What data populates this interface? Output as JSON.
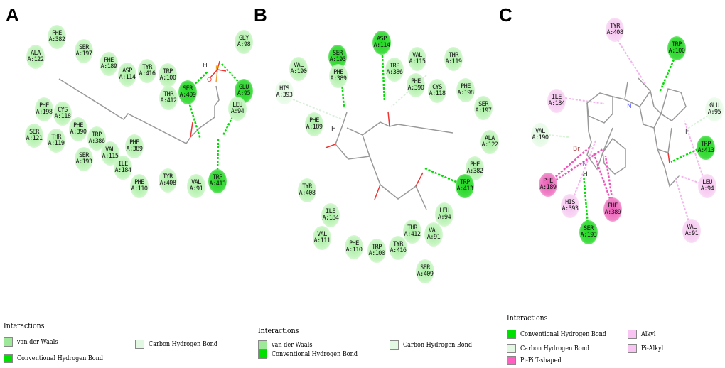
{
  "panels": [
    {
      "label": "A",
      "residues": [
        [
          "PHE",
          "A:382",
          "vdw"
        ],
        [
          "SER",
          "A:197",
          "vdw"
        ],
        [
          "ALA",
          "A:122",
          "vdw"
        ],
        [
          "PHE",
          "A:189",
          "vdw"
        ],
        [
          "ASP",
          "A:114",
          "vdw"
        ],
        [
          "TYR",
          "A:416",
          "vdw"
        ],
        [
          "TRP",
          "A:100",
          "vdw"
        ],
        [
          "SER",
          "A:409",
          "conv"
        ],
        [
          "THR",
          "A:412",
          "vdw"
        ],
        [
          "GLY",
          "A:98",
          "vdw"
        ],
        [
          "GLU",
          "A:95",
          "conv"
        ],
        [
          "LEU",
          "A:94",
          "vdw"
        ],
        [
          "PHE",
          "A:198",
          "vdw"
        ],
        [
          "CYS",
          "A:118",
          "vdw"
        ],
        [
          "SER",
          "A:121",
          "vdw"
        ],
        [
          "THR",
          "A:119",
          "vdw"
        ],
        [
          "PHE",
          "A:390",
          "vdw"
        ],
        [
          "TRP",
          "A:386",
          "vdw"
        ],
        [
          "VAL",
          "A:115",
          "vdw"
        ],
        [
          "SER",
          "A:193",
          "vdw"
        ],
        [
          "PHE",
          "A:389",
          "vdw"
        ],
        [
          "ILE",
          "A:184",
          "vdw"
        ],
        [
          "PHE",
          "A:110",
          "vdw"
        ],
        [
          "TYR",
          "A:408",
          "vdw"
        ],
        [
          "VAL",
          "A:91",
          "vdw"
        ],
        [
          "TRP",
          "A:413",
          "conv"
        ]
      ],
      "legend": {
        "title": "Interactions",
        "items": [
          {
            "label": "van der Waals",
            "color": "#9ee89a"
          },
          {
            "label": "Conventional Hydrogen Bond",
            "color": "#00e000"
          },
          {
            "label": "Carbon Hydrogen Bond",
            "color": "#e2f8e2"
          }
        ]
      }
    },
    {
      "label": "B",
      "residues": [
        [
          "SER",
          "A:193",
          "conv"
        ],
        [
          "ASP",
          "A:114",
          "conv"
        ],
        [
          "VAL",
          "A:115",
          "vdw"
        ],
        [
          "THR",
          "A:119",
          "vdw"
        ],
        [
          "VAL",
          "A:190",
          "vdw"
        ],
        [
          "PHE",
          "A:389",
          "vdw"
        ],
        [
          "TRP",
          "A:386",
          "vdw"
        ],
        [
          "PHE",
          "A:390",
          "vdw"
        ],
        [
          "CYS",
          "A:118",
          "vdw"
        ],
        [
          "PHE",
          "A:198",
          "vdw"
        ],
        [
          "HIS",
          "A:393",
          "ch"
        ],
        [
          "SER",
          "A:197",
          "vdw"
        ],
        [
          "PHE",
          "A:189",
          "vdw"
        ],
        [
          "ALA",
          "A:122",
          "vdw"
        ],
        [
          "PHE",
          "A:382",
          "vdw"
        ],
        [
          "TRP",
          "A:413",
          "conv"
        ],
        [
          "TYR",
          "A:408",
          "vdw"
        ],
        [
          "LEU",
          "A:94",
          "vdw"
        ],
        [
          "ILE",
          "A:184",
          "vdw"
        ],
        [
          "THR",
          "A:412",
          "vdw"
        ],
        [
          "VAL",
          "A:91",
          "vdw"
        ],
        [
          "TYR",
          "A:416",
          "vdw"
        ],
        [
          "VAL",
          "A:111",
          "vdw"
        ],
        [
          "PHE",
          "A:110",
          "vdw"
        ],
        [
          "TRP",
          "A:100",
          "vdw"
        ],
        [
          "SER",
          "A:409",
          "vdw"
        ]
      ],
      "legend": {
        "title": "Interactions",
        "items": [
          {
            "label": "van der Waals",
            "color": "#9ee89a"
          },
          {
            "label": "Conventional Hydrogen Bond",
            "color": "#00e000"
          },
          {
            "label": "Carbon Hydrogen Bond",
            "color": "#e2f8e2"
          }
        ]
      }
    },
    {
      "label": "C",
      "residues": [
        [
          "TYR",
          "A:408",
          "alkyl"
        ],
        [
          "TRP",
          "A:100",
          "conv"
        ],
        [
          "ILE",
          "A:184",
          "alkyl"
        ],
        [
          "GLU",
          "A:95",
          "ch"
        ],
        [
          "VAL",
          "A:190",
          "ch"
        ],
        [
          "TRP",
          "A:413",
          "conv"
        ],
        [
          "PHE",
          "A:189",
          "pipi"
        ],
        [
          "HIS",
          "A:393",
          "alkyl"
        ],
        [
          "PHE",
          "A:389",
          "pipi"
        ],
        [
          "LEU",
          "A:94",
          "alkyl"
        ],
        [
          "SER",
          "A:193",
          "conv"
        ],
        [
          "VAL",
          "A:91",
          "alkyl"
        ]
      ],
      "legend": {
        "title": "Interactions",
        "items": [
          {
            "label": "Conventional Hydrogen Bond",
            "color": "#00e000"
          },
          {
            "label": "Carbon Hydrogen Bond",
            "color": "#e2f8e2"
          },
          {
            "label": "Pi-Pi T-shaped",
            "color": "#ff5fc0"
          },
          {
            "label": "Alkyl",
            "color": "#f8c4f2"
          },
          {
            "label": "Pi-Alkyl",
            "color": "#f8c4f2"
          }
        ]
      }
    }
  ],
  "atoms": {
    "H": "H",
    "O": "O",
    "N": "N",
    "P": "P",
    "Br": "Br"
  }
}
